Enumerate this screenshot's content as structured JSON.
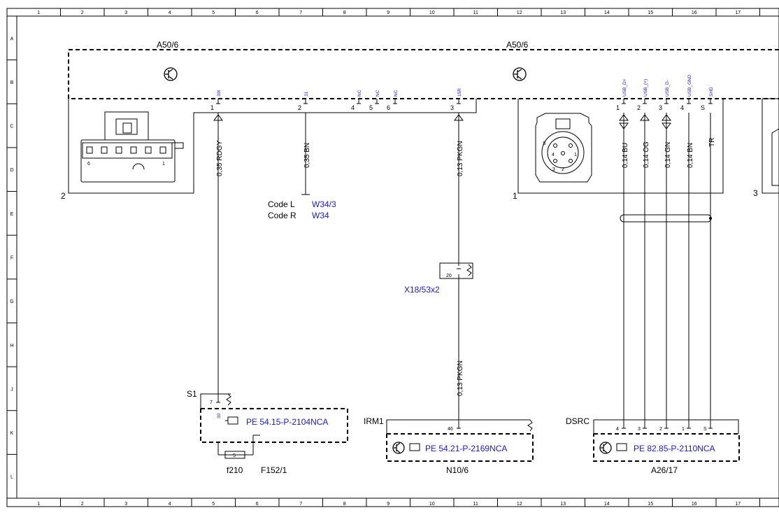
{
  "grid": {
    "columns": [
      "1",
      "2",
      "3",
      "4",
      "5",
      "6",
      "7",
      "8",
      "9",
      "10",
      "11",
      "12",
      "13",
      "14",
      "15",
      "16",
      "17"
    ],
    "rows": [
      "A",
      "B",
      "C",
      "D",
      "E",
      "F",
      "G",
      "H",
      "J",
      "K",
      "L"
    ]
  },
  "modules": {
    "left_title": "A50/6",
    "right_title": "A50/6",
    "connector_left_no": "2",
    "connector_mid_no": "1",
    "connector_right_no": "3"
  },
  "connector2": {
    "pin_left": "6",
    "pin_right": "1"
  },
  "connector1": {
    "pins": [
      "4",
      "1",
      "3",
      "2",
      "S"
    ]
  },
  "left_pins": [
    {
      "num": "1",
      "signal": "30t"
    },
    {
      "num": "2",
      "signal": "31"
    },
    {
      "num": "4",
      "signal": "NC"
    },
    {
      "num": "5",
      "signal": "NC"
    },
    {
      "num": "6",
      "signal": "NC"
    },
    {
      "num": "3",
      "signal": "15R"
    }
  ],
  "right_pins": [
    {
      "num": "1",
      "signal": "USB_D+"
    },
    {
      "num": "2",
      "signal": "USB_(+)"
    },
    {
      "num": "3",
      "signal": "USB_D-"
    },
    {
      "num": "4",
      "signal": "USB_GND"
    },
    {
      "num": "S",
      "signal": "SHD"
    }
  ],
  "wires": {
    "w1": "0,35 RDGY",
    "w2": "0,35 BN",
    "w3a": "0,13 PKGN",
    "w3b": "0,13 PKGN",
    "r1": "0,14 BU",
    "r2": "0,14 OG",
    "r3": "0,14 GN",
    "r4": "0,14 BN",
    "r5": "TR"
  },
  "codes": {
    "l1_label": "Code L",
    "l1_value": "W34/3",
    "l2_label": "Code R",
    "l2_value": "W34"
  },
  "connector_x18": {
    "pin": "20",
    "name": "X18/53x2"
  },
  "s1": {
    "name": "S1",
    "pin": "7",
    "signal": "30",
    "ref": "PE 54.15-P-2104NCA",
    "fuse": "5",
    "fuse_name": "f210",
    "part": "F152/1"
  },
  "irm": {
    "name": "IRM1",
    "pin": "46",
    "ref": "PE 54.21-P-2169NCA",
    "part": "N10/6"
  },
  "dsrc": {
    "name": "DSRC",
    "pins": [
      "4",
      "3",
      "2",
      "1",
      "S"
    ],
    "ref": "PE 82.85-P-2110NCA",
    "part": "A26/17"
  }
}
